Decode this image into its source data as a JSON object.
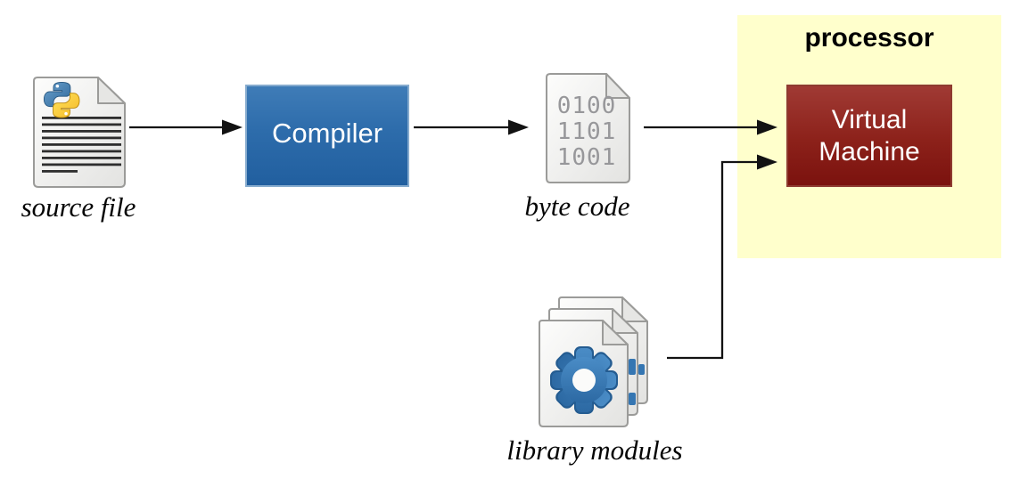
{
  "diagram": {
    "nodes": {
      "source_file": {
        "label": "source file",
        "icon": "python-document-icon"
      },
      "compiler": {
        "label": "Compiler"
      },
      "byte_code": {
        "label": "byte code",
        "document_text": [
          "0100",
          "1101",
          "1001"
        ]
      },
      "processor": {
        "label": "processor"
      },
      "virtual_machine": {
        "label": "Virtual Machine"
      },
      "library_modules": {
        "label": "library modules",
        "icon": "gear-documents-icon"
      }
    },
    "connections": [
      {
        "from": "source file",
        "to": "Compiler"
      },
      {
        "from": "Compiler",
        "to": "byte code"
      },
      {
        "from": "byte code",
        "to": "Virtual Machine"
      },
      {
        "from": "library modules",
        "to": "Virtual Machine"
      }
    ],
    "colors": {
      "compiler_fill_top": "#3f7cb7",
      "compiler_fill_bottom": "#215f9f",
      "compiler_border": "#86abce",
      "vm_fill_top": "#a03a34",
      "vm_fill_bottom": "#7b120e",
      "vm_border": "#8e3b30",
      "processor_background": "#ffffcc",
      "arrow": "#121212",
      "gear_blue": "#3576b2",
      "bytecode_digits": "#97979a",
      "caption_text": "#050505",
      "box_text": "#ffffff"
    }
  }
}
